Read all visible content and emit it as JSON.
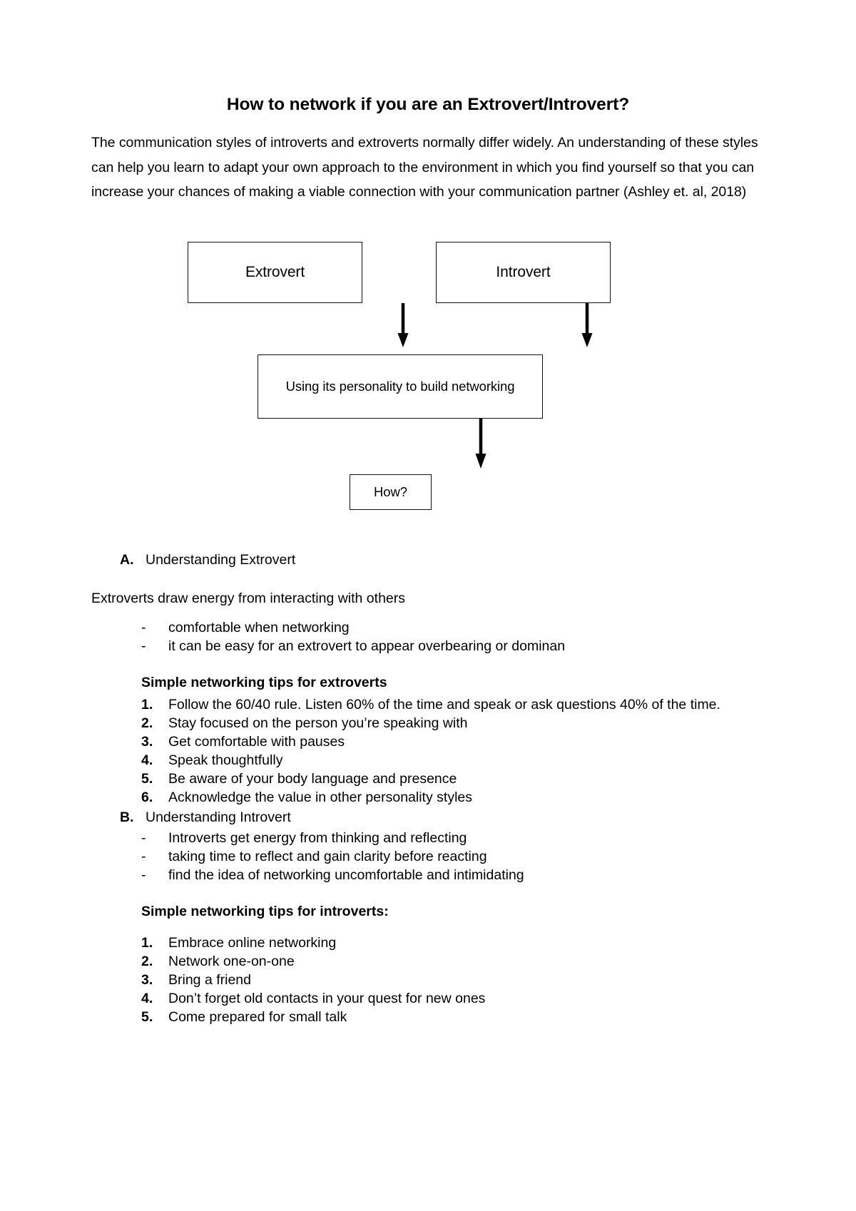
{
  "document": {
    "title": "How to network if you are an Extrovert/Introvert?",
    "intro": "The communication styles of introverts and extroverts normally differ widely. An understanding of these styles can help you learn to adapt your own approach to the environment in which you find yourself so that you can increase your chances of making a viable connection with your communication partner (Ashley et. al, 2018)"
  },
  "diagram": {
    "box_extrovert": "Extrovert",
    "box_introvert": "Introvert",
    "box_using": "Using its personality to build networking",
    "box_how": "How?"
  },
  "section_a": {
    "marker": "A.",
    "label": "Understanding Extrovert",
    "lead": "Extroverts draw energy from interacting with others",
    "bullets": [
      {
        "marker": "-",
        "text": "comfortable when networking"
      },
      {
        "marker": "-",
        "text": "it can be easy for an extrovert to appear overbearing or dominan"
      }
    ],
    "tips_heading": "Simple networking tips for extroverts",
    "tips": [
      {
        "marker": "1.",
        "text": "Follow the 60/40 rule. Listen 60% of the time and speak or ask questions 40% of the time."
      },
      {
        "marker": "2.",
        "text": "Stay focused on the person you’re speaking with"
      },
      {
        "marker": "3.",
        "text": "Get comfortable with pauses"
      },
      {
        "marker": "4.",
        "text": "Speak thoughtfully"
      },
      {
        "marker": "5.",
        "text": "Be aware of your body language and presence"
      },
      {
        "marker": "6.",
        "text": "Acknowledge the value in other personality styles"
      }
    ]
  },
  "section_b": {
    "marker": "B.",
    "label": "Understanding Introvert",
    "bullets": [
      {
        "marker": "-",
        "text": "Introverts get energy from thinking and reflecting"
      },
      {
        "marker": "-",
        "text": "taking time to reflect and gain clarity before reacting"
      },
      {
        "marker": "-",
        "text": "find the idea of networking uncomfortable and intimidating"
      }
    ],
    "tips_heading": "Simple networking tips for introverts:",
    "tips": [
      {
        "marker": "1.",
        "text": "Embrace online networking"
      },
      {
        "marker": "2.",
        "text": "Network one-on-one"
      },
      {
        "marker": "3.",
        "text": "Bring a friend"
      },
      {
        "marker": "4.",
        "text": "Don’t forget old contacts in your quest for new ones"
      },
      {
        "marker": "5.",
        "text": "Come prepared for small talk"
      }
    ]
  },
  "colors": {
    "text": "#000000",
    "background": "#ffffff",
    "box_border": "#111111"
  }
}
